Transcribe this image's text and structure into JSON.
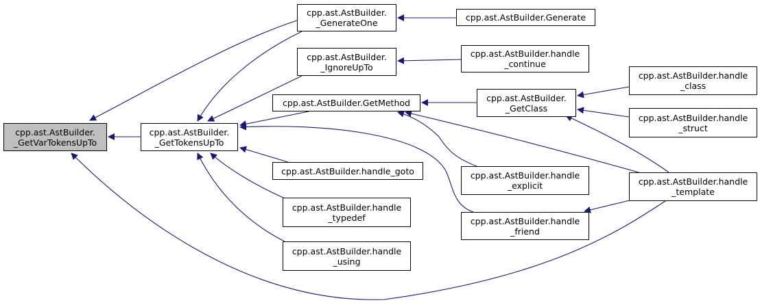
{
  "graph": {
    "nodes": [
      {
        "id": "n0",
        "lines": [
          "cpp.ast.AstBuilder.",
          "_GetVarTokensUpTo"
        ],
        "current": true
      },
      {
        "id": "n1",
        "lines": [
          "cpp.ast.AstBuilder.",
          "_GetTokensUpTo"
        ]
      },
      {
        "id": "n2",
        "lines": [
          "cpp.ast.AstBuilder.",
          "_GenerateOne"
        ]
      },
      {
        "id": "n3",
        "lines": [
          "cpp.ast.AstBuilder.Generate"
        ]
      },
      {
        "id": "n4",
        "lines": [
          "cpp.ast.AstBuilder.",
          "_IgnoreUpTo"
        ]
      },
      {
        "id": "n5",
        "lines": [
          "cpp.ast.AstBuilder.handle",
          "_continue"
        ]
      },
      {
        "id": "n6",
        "lines": [
          "cpp.ast.AstBuilder.GetMethod"
        ]
      },
      {
        "id": "n7",
        "lines": [
          "cpp.ast.AstBuilder.",
          "_GetClass"
        ]
      },
      {
        "id": "n8",
        "lines": [
          "cpp.ast.AstBuilder.handle",
          "_class"
        ]
      },
      {
        "id": "n9",
        "lines": [
          "cpp.ast.AstBuilder.handle",
          "_struct"
        ]
      },
      {
        "id": "n10",
        "lines": [
          "cpp.ast.AstBuilder.handle_goto"
        ]
      },
      {
        "id": "n11",
        "lines": [
          "cpp.ast.AstBuilder.handle",
          "_explicit"
        ]
      },
      {
        "id": "n12",
        "lines": [
          "cpp.ast.AstBuilder.handle",
          "_template"
        ]
      },
      {
        "id": "n13",
        "lines": [
          "cpp.ast.AstBuilder.handle",
          "_typedef"
        ]
      },
      {
        "id": "n14",
        "lines": [
          "cpp.ast.AstBuilder.handle",
          "_friend"
        ]
      },
      {
        "id": "n15",
        "lines": [
          "cpp.ast.AstBuilder.handle",
          "_using"
        ]
      }
    ],
    "edges": [
      {
        "from": "n1",
        "to": "n0"
      },
      {
        "from": "n2",
        "to": "n0"
      },
      {
        "from": "n12",
        "to": "n0"
      },
      {
        "from": "n3",
        "to": "n2"
      },
      {
        "from": "n2",
        "to": "n1"
      },
      {
        "from": "n4",
        "to": "n1"
      },
      {
        "from": "n6",
        "to": "n1"
      },
      {
        "from": "n14",
        "to": "n1"
      },
      {
        "from": "n10",
        "to": "n1"
      },
      {
        "from": "n13",
        "to": "n1"
      },
      {
        "from": "n15",
        "to": "n1"
      },
      {
        "from": "n5",
        "to": "n4"
      },
      {
        "from": "n7",
        "to": "n6"
      },
      {
        "from": "n11",
        "to": "n6"
      },
      {
        "from": "n12",
        "to": "n6"
      },
      {
        "from": "n8",
        "to": "n7"
      },
      {
        "from": "n9",
        "to": "n7"
      },
      {
        "from": "n12",
        "to": "n7"
      },
      {
        "from": "n12",
        "to": "n14"
      }
    ],
    "colors": {
      "edge": "#191970",
      "node_border": "#000000",
      "current_fill": "#bfbfbf"
    }
  }
}
